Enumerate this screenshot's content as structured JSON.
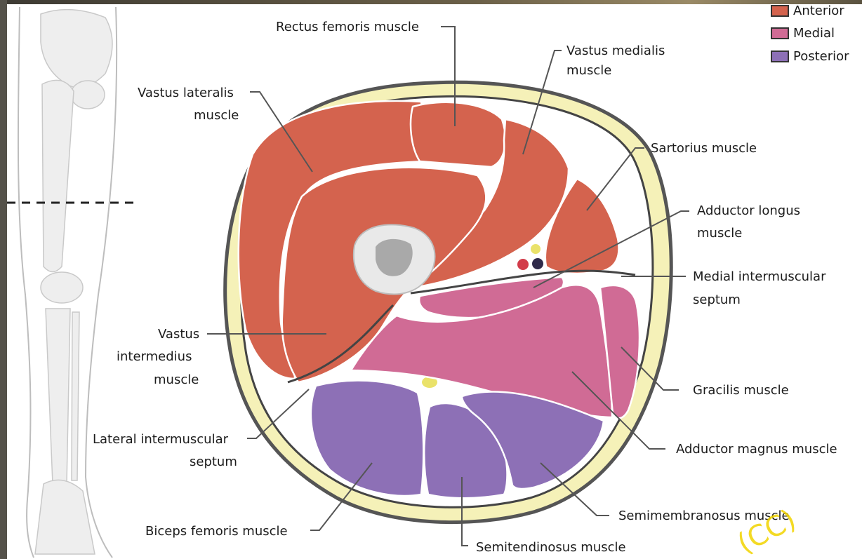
{
  "labels": {
    "rectus_femoris": "Rectus femoris muscle",
    "vastus_medialis_1": "Vastus medialis",
    "vastus_medialis_2": "muscle",
    "vastus_lateralis_1": "Vastus lateralis",
    "vastus_lateralis_2": "muscle",
    "sartorius": "Sartorius muscle",
    "adductor_longus_1": "Adductor longus",
    "adductor_longus_2": "muscle",
    "medial_septum_1": "Medial intermuscular",
    "medial_septum_2": "septum",
    "vastus_intermedius_1": "Vastus",
    "vastus_intermedius_2": "intermedius",
    "vastus_intermedius_3": "muscle",
    "gracilis": "Gracilis muscle",
    "lateral_septum_1": "Lateral intermuscular",
    "lateral_septum_2": "septum",
    "adductor_magnus": "Adductor magnus muscle",
    "semimembranosus": "Semimembranosus muscle",
    "biceps_femoris": "Biceps femoris muscle",
    "semitendinosus": "Semitendinosus muscle"
  },
  "legend": [
    {
      "label": "Anterior",
      "color": "#d4634e"
    },
    {
      "label": "Medial",
      "color": "#d06b95"
    },
    {
      "label": "Posterior",
      "color": "#8d70b6"
    }
  ],
  "watermark": "(CC)",
  "colors": {
    "anterior": "#d4634e",
    "medial": "#d06b95",
    "posterior": "#8d70b6",
    "fat": "#f5f1b8",
    "bone": "#e9e9e9",
    "marrow": "#a9a9a9"
  }
}
